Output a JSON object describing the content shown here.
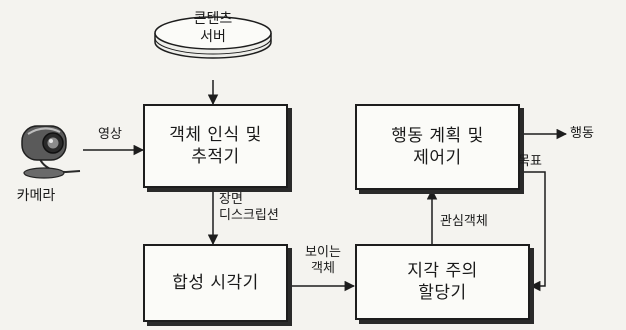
{
  "server": {
    "label": "콘텐츠\n서버"
  },
  "camera": {
    "label": "카메라"
  },
  "boxes": {
    "recognition": "객체 인식 및\n추적기",
    "synthesis": "합성 시각기",
    "planning": "행동 계획 및\n제어기",
    "attention": "지각 주의\n할당기"
  },
  "edges": {
    "image": "영상",
    "scene_description": "장면\n디스크립션",
    "visible_objects": "보이는\n객체",
    "object_of_interest": "관심객체",
    "goal": "목표",
    "action": "행동"
  },
  "colors": {
    "line": "#1d1d1d",
    "box_fill": "#fbfbf8",
    "background": "#f4f3ef"
  }
}
